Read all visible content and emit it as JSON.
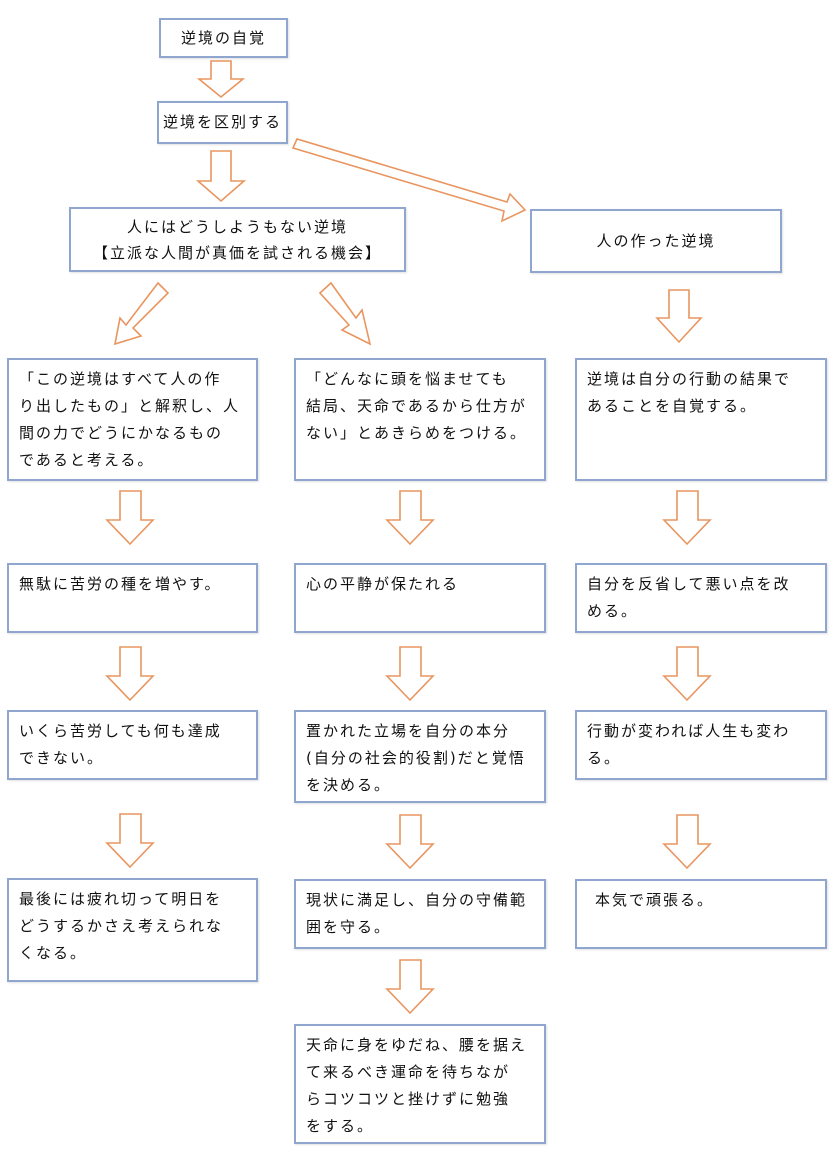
{
  "top": {
    "awareness": "逆境の自覚",
    "distinguish": "逆境を区別する"
  },
  "adversity_types": {
    "unavoidable_line1": "人にはどうしようもない逆境",
    "unavoidable_line2": "【立派な人間が真価を試される機会】",
    "man_made": "人の作った逆境"
  },
  "column_left": {
    "step1": [
      "「この逆境はすべて人の作",
      "り出したもの」と解釈し、人",
      "間の力でどうにかなるもの",
      "であると考える。"
    ],
    "step2": [
      "無駄に苦労の種を増やす。"
    ],
    "step3": [
      "いくら苦労しても何も達成",
      "できない。"
    ],
    "step4": [
      "最後には疲れ切って明日を",
      "どうするかさえ考えられな",
      "くなる。"
    ]
  },
  "column_middle": {
    "step1": [
      "「どんなに頭を悩ませても",
      "結局、天命であるから仕方が",
      "ない」とあきらめをつける。"
    ],
    "step2": [
      "心の平静が保たれる"
    ],
    "step3": [
      "置かれた立場を自分の本分",
      "(自分の社会的役割)だと覚悟",
      "を決める。"
    ],
    "step4": [
      "現状に満足し、自分の守備範",
      "囲を守る。"
    ],
    "step5": [
      "天命に身をゆだね、腰を据え",
      "て来るべき運命を待ちなが",
      "らコツコツと挫けずに勉強",
      "をする。"
    ]
  },
  "column_right": {
    "step1": [
      "逆境は自分の行動の結果で",
      "あることを自覚する。"
    ],
    "step2": [
      "自分を反省して悪い点を改",
      "める。"
    ],
    "step3": [
      "行動が変われば人生も変わ",
      "る。"
    ],
    "step4": [
      "本気で頑張る。"
    ]
  },
  "colors": {
    "box_border": "#8fa6cf",
    "arrow_stroke": "#e8955f"
  }
}
